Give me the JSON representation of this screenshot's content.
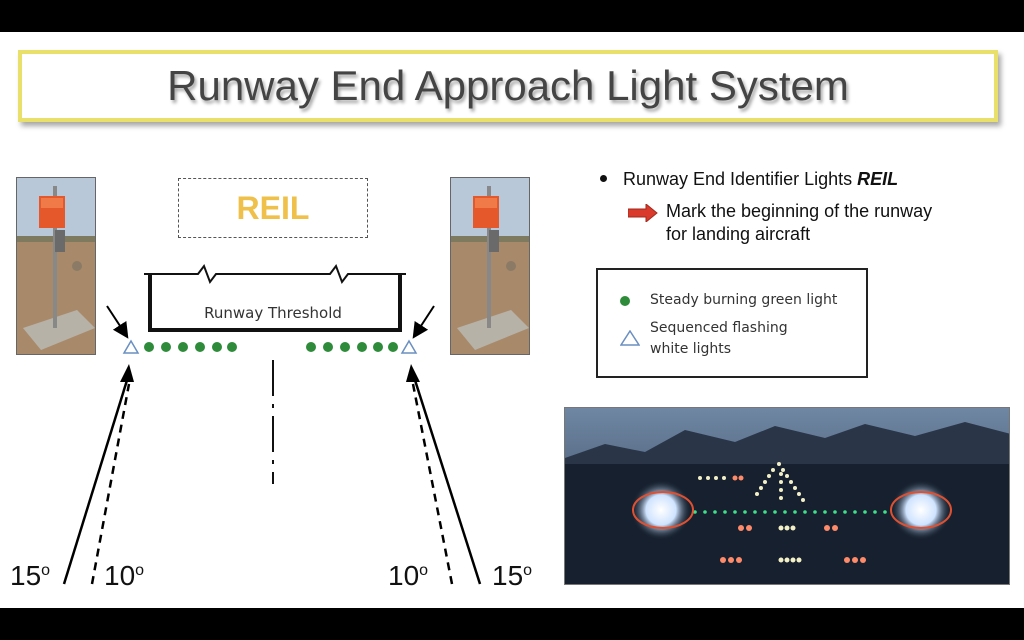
{
  "title": "Runway End Approach Light System",
  "diagram": {
    "reil_label": "REIL",
    "threshold_label": "Runway Threshold",
    "angles": {
      "left_outer": "15",
      "left_inner": "10",
      "right_inner": "10",
      "right_outer": "15",
      "unit_symbol": "o"
    }
  },
  "info": {
    "bullet_text": "Runway End Identifier Lights ",
    "bullet_emphasis": "REIL",
    "description_line1": "Mark the beginning of the runway",
    "description_line2": "for landing aircraft"
  },
  "legend": {
    "green_label": "Steady burning green light",
    "white_label_line1": "Sequenced flashing",
    "white_label_line2": "white lights"
  },
  "colors": {
    "title_border": "#e8e06a",
    "reil": "#efc04a",
    "green_light": "#2e8b3a",
    "arrow_red": "#d93a2b",
    "white_light_outline": "#6a8fc0"
  }
}
